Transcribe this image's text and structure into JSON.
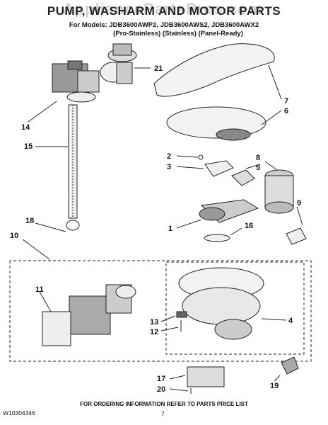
{
  "watermark": "AppliancePartsPros.com",
  "title": "PUMP, WASHARM AND MOTOR PARTS",
  "models_line": "For Models: JDB3600AWP2, JDB3600AWS2, JDB3600AWX2",
  "models_sub": "(Pro-Stainless)      (Stainless)     (Panel-Ready)",
  "callouts": [
    "21",
    "14",
    "15",
    "7",
    "6",
    "2",
    "3",
    "8",
    "5",
    "9",
    "18",
    "1",
    "16",
    "10",
    "11",
    "4",
    "13",
    "12",
    "17",
    "20",
    "19"
  ],
  "footer_info": "FOR ORDERING INFORMATION REFER TO PARTS PRICE LIST",
  "doc_number": "W10304346",
  "page_number": "7"
}
